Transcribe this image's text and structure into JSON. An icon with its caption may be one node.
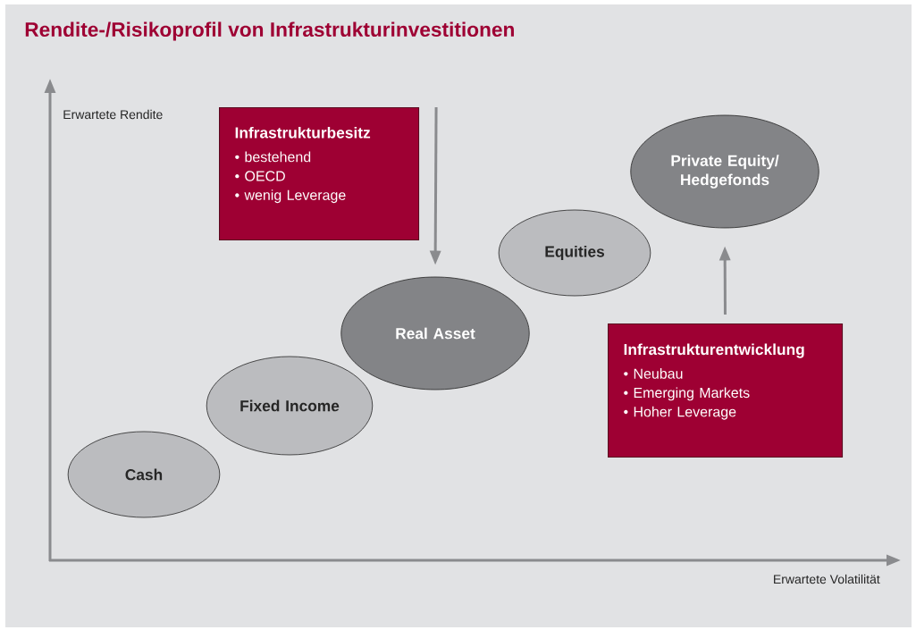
{
  "diagram": {
    "title": "Rendite-/Risikoprofil von Infrastrukturinvestitionen",
    "nodes": [
      {
        "text": [
          "Infrastrukturbesitz",
          "• bestehend",
          "• OECD",
          "• wenig Leverage"
        ]
      },
      {
        "text": [
          "Private Equity/ Hedgefonds"
        ]
      },
      {
        "text": [
          "Equities"
        ]
      },
      {
        "text": [
          "Real Asset"
        ]
      },
      {
        "text": [
          "Infrastrukturentwicklung",
          "• Neubau",
          "• Emerging Markets",
          "• Hoher Leverage"
        ]
      },
      {
        "text": [
          "Fixed Income"
        ]
      },
      {
        "text": [
          "Cash"
        ]
      }
    ],
    "edges": [
      {
        "from": 0,
        "to": 3,
        "arrow": "to"
      },
      {
        "from": 4,
        "to": 1,
        "arrow": "to"
      }
    ],
    "labels": [
      "Erwartete Rendite",
      "Erwartete Volatilität"
    ]
  }
}
